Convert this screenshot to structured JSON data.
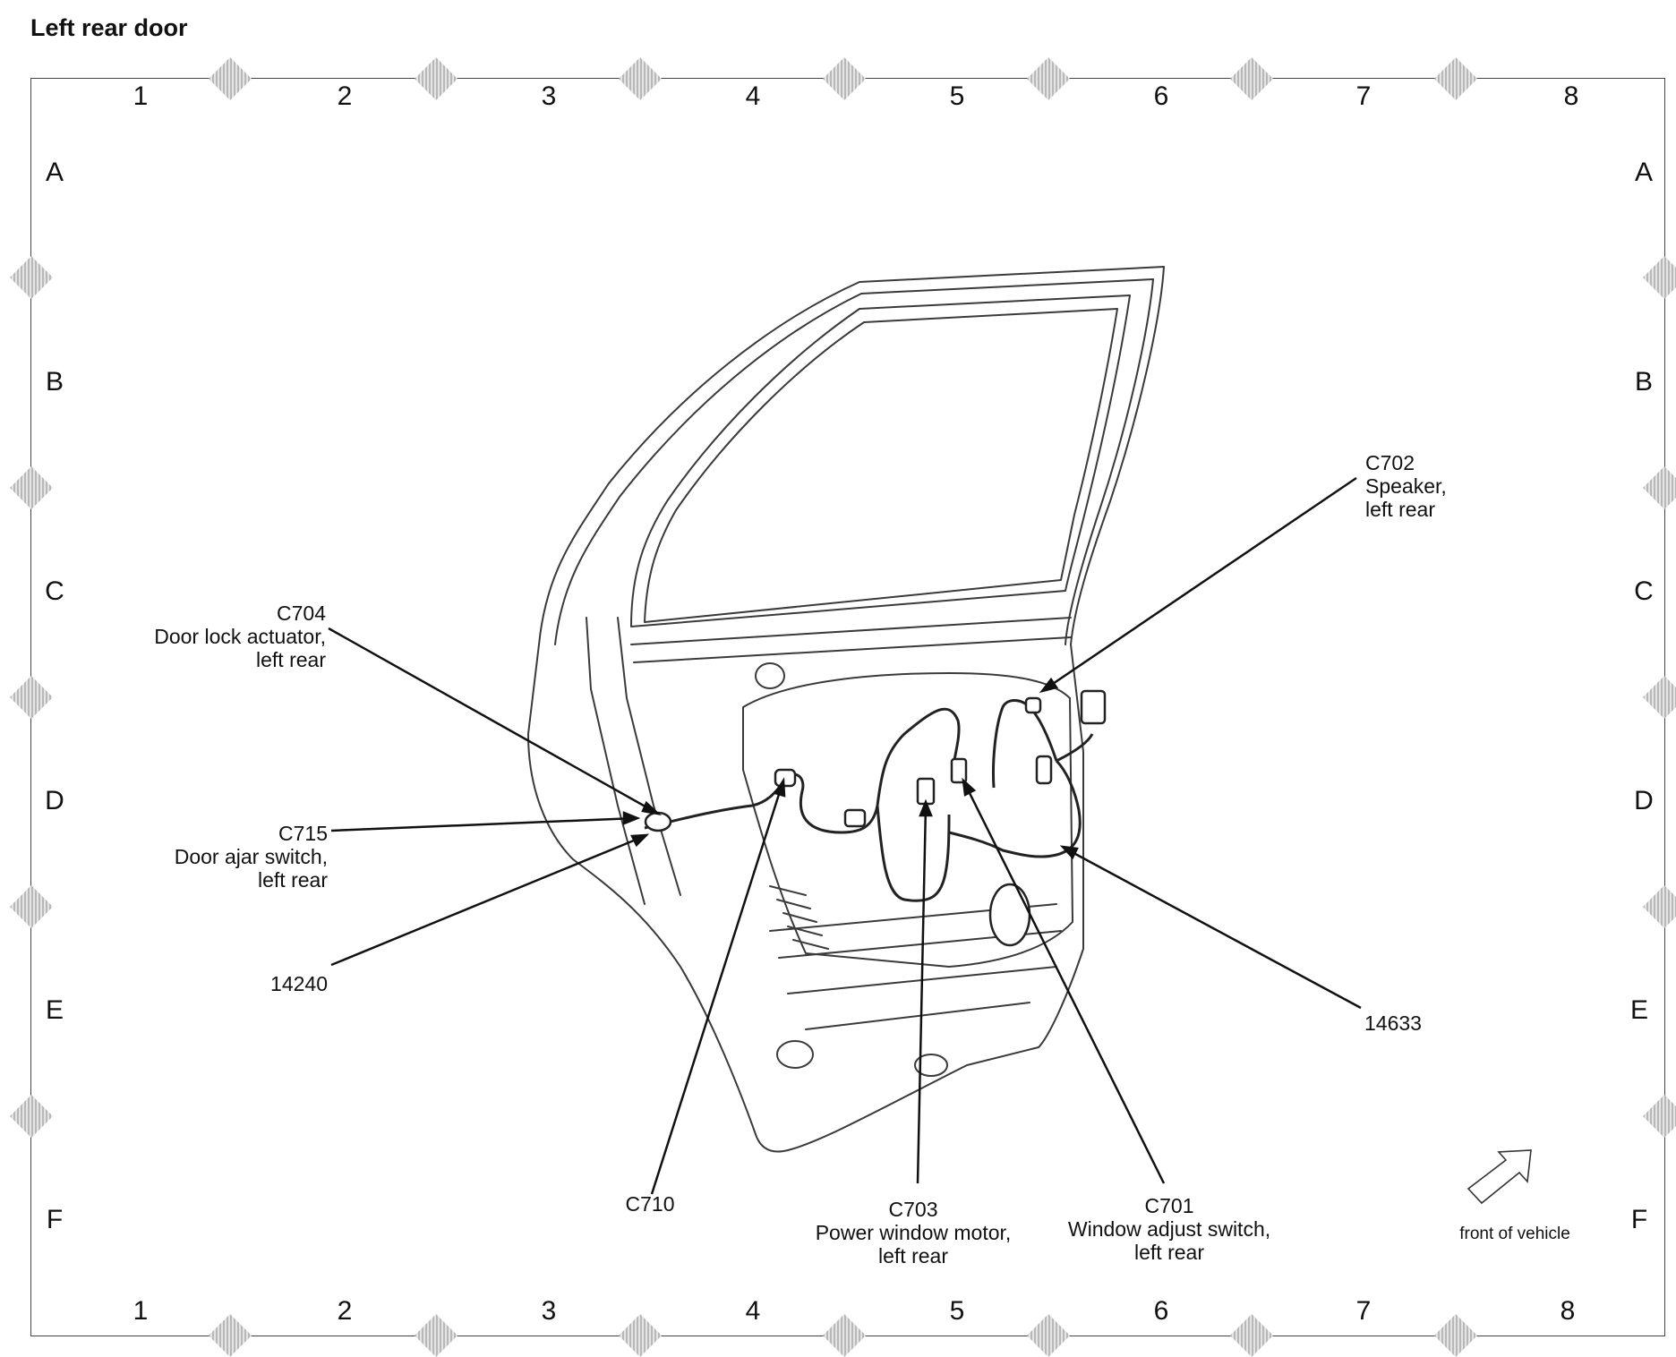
{
  "title": "Left rear door",
  "grid": {
    "columns": [
      "1",
      "2",
      "3",
      "4",
      "5",
      "6",
      "7",
      "8"
    ],
    "rows": [
      "A",
      "B",
      "C",
      "D",
      "E",
      "F"
    ]
  },
  "callouts": {
    "c704": {
      "code": "C704",
      "line1": "Door lock actuator,",
      "line2": "left rear"
    },
    "c715": {
      "code": "C715",
      "line1": "Door ajar switch,",
      "line2": "left rear"
    },
    "p14240": {
      "code": "14240"
    },
    "c710": {
      "code": "C710"
    },
    "c703": {
      "code": "C703",
      "line1": "Power window motor,",
      "line2": "left rear"
    },
    "c701": {
      "code": "C701",
      "line1": "Window adjust switch,",
      "line2": "left rear"
    },
    "p14633": {
      "code": "14633"
    },
    "c702": {
      "code": "C702",
      "line1": "Speaker,",
      "line2": "left rear"
    }
  },
  "orientation": {
    "label": "front of vehicle",
    "icon": "front-arrow-icon"
  },
  "colors": {
    "line": "#111111",
    "drawing": "#3a3a3a",
    "marker": "#bdbdbd"
  }
}
